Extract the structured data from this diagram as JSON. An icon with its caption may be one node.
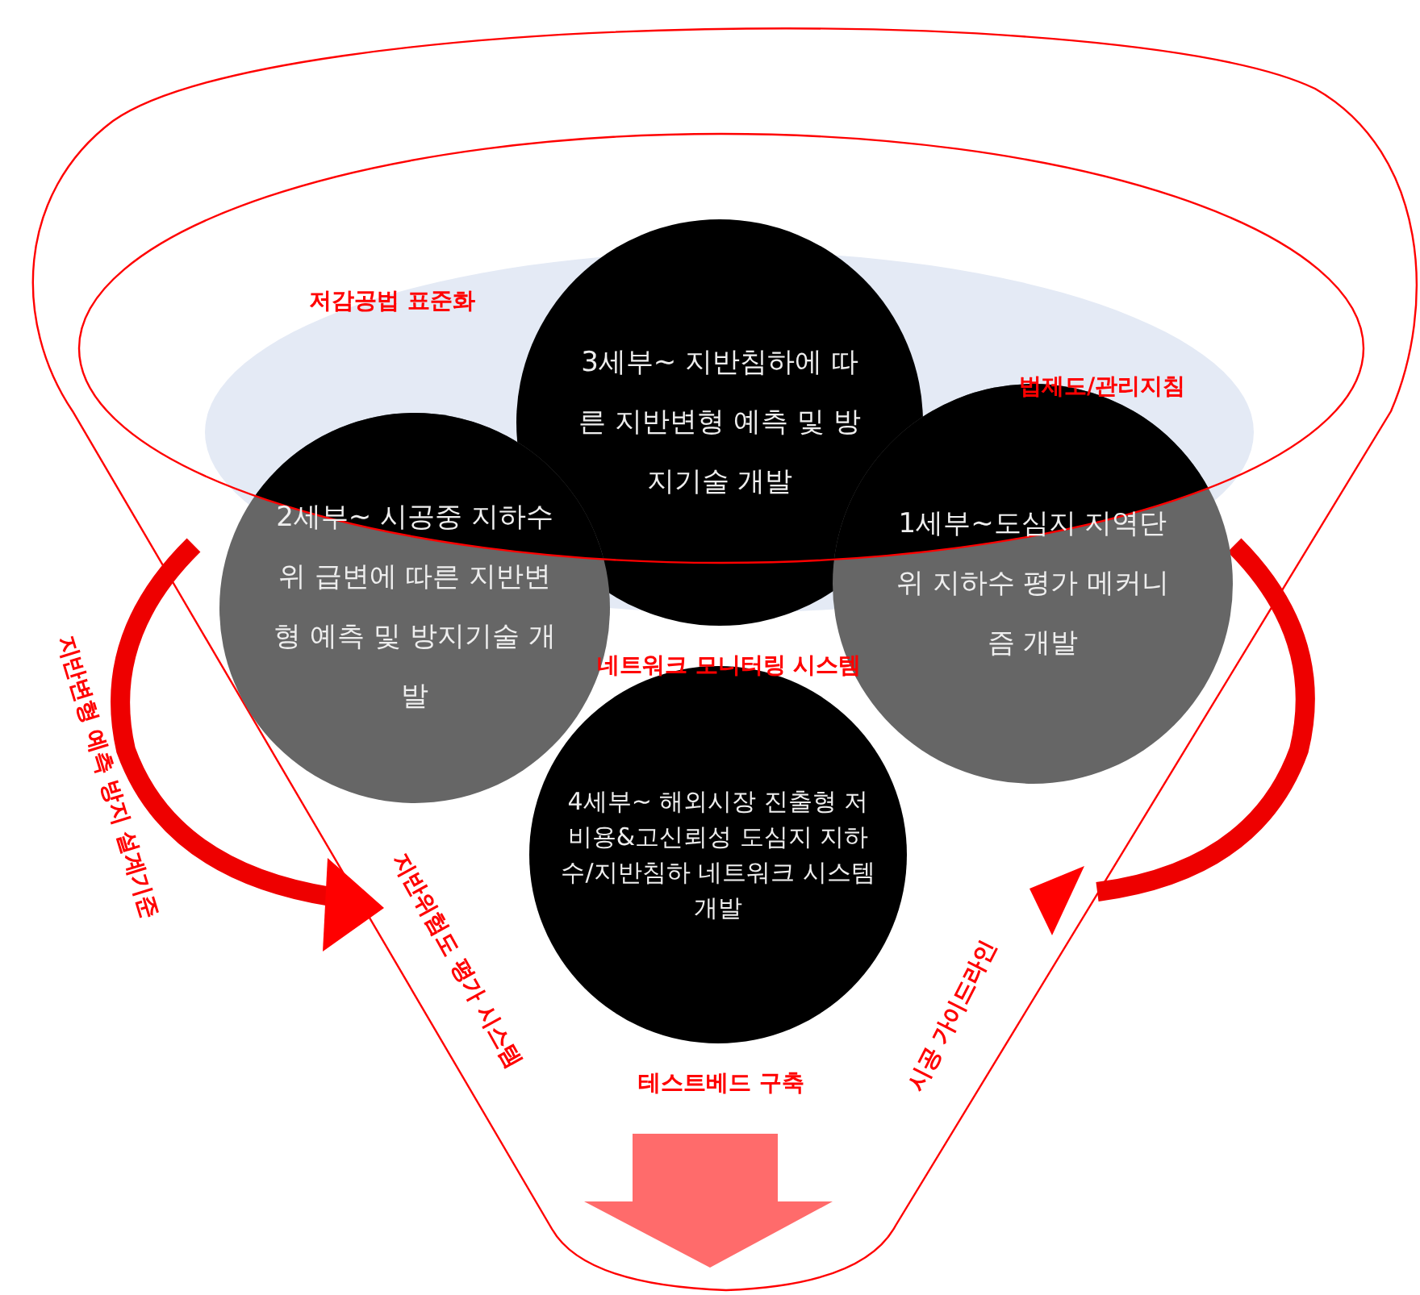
{
  "diagram": {
    "nodes": [
      {
        "text": [
          "3세부~ 지반침하에 따른 지반변형 예측 및 방지기술 개발"
        ]
      },
      {
        "text": [
          "2세부~ 시공중 지하수위 급변에 따른 지반변형 예측 및 방지기술 개발"
        ]
      },
      {
        "text": [
          "1세부~도심지 지역단위 지하수 평가 메커니즘 개발"
        ]
      },
      {
        "text": [
          "4세부~ 해외시장 진출형 저비용&고신뢰성 도심지 지하수/지반침하 네트워크 시스템 개발"
        ]
      }
    ],
    "labels": [
      "저감공법 표준화",
      "법제도/관리지침",
      "네트워크 모니터링 시스템",
      "지반변형 예측 방지 설계기준",
      "지반위험도 평가 시스템",
      "테스트베드 구축",
      "시공 가이드라인"
    ]
  }
}
